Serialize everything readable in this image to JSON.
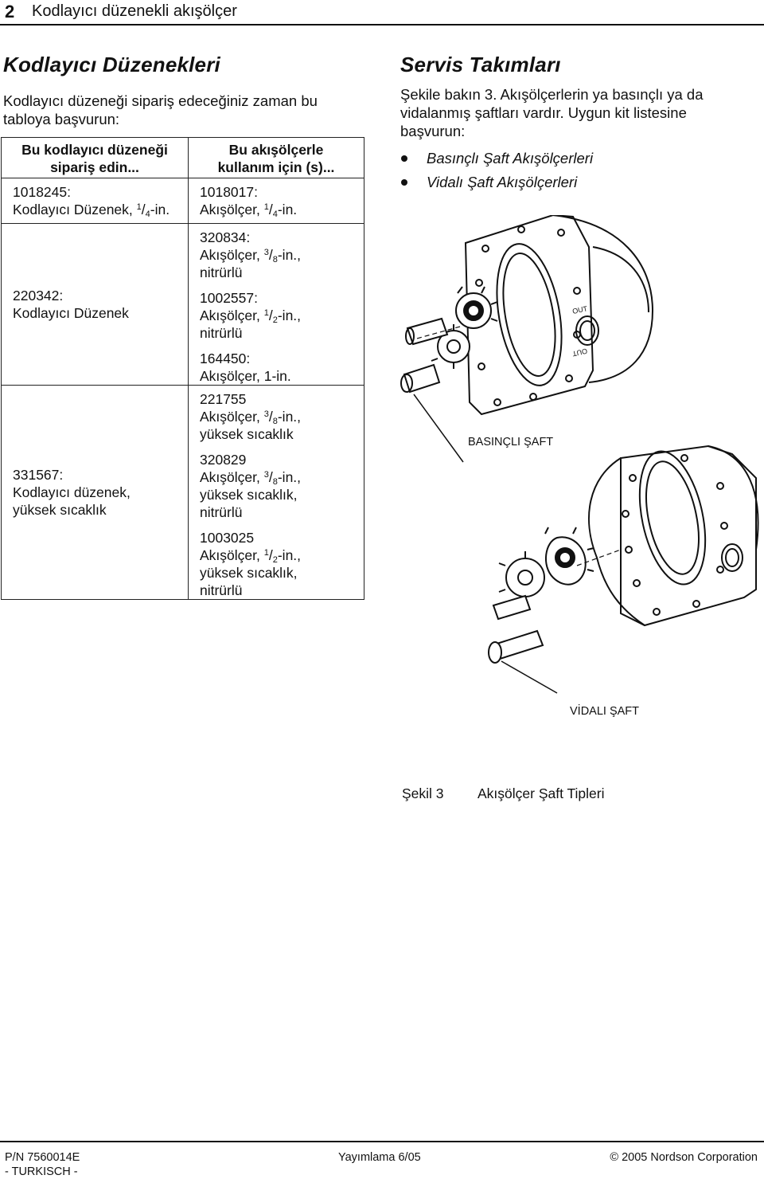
{
  "header": {
    "page_number": "2",
    "title": "Kodlayıcı düzenekli akışölçer"
  },
  "left": {
    "heading": "Kodlayıcı Düzenekleri",
    "intro": "Kodlayıcı düzeneği sipariş edeceğiniz zaman bu tabloya başvurun:",
    "table": {
      "col1_header_a": "Bu kodlayıcı düzeneği",
      "col1_header_b": "sipariş edin...",
      "col2_header_a": "Bu akışölçerle",
      "col2_header_b": "kullanım için (s)...",
      "groups": [
        {
          "assembly_code": "1018245:",
          "assembly_desc": "Kodlayıcı Düzenek, ",
          "fraction": {
            "num": "1",
            "den": "4"
          },
          "suffix": "-in."
        },
        {
          "assembly_code": "220342:",
          "assembly_desc": "Kodlayıcı Düzenek"
        },
        {
          "assembly_code": "331567:",
          "assembly_desc": "Kodlayıcı düzenek,",
          "assembly_desc2": "yüksek sıcaklık"
        }
      ],
      "meters": [
        {
          "code": "1018017:",
          "line1": "Akışölçer, ",
          "num": "1",
          "den": "4",
          "tail": "-in.",
          "line2": ""
        },
        {
          "code": "320834:",
          "line1": "Akışölçer, ",
          "num": "3",
          "den": "8",
          "tail": "-in.,",
          "line2": "nitrürlü"
        },
        {
          "code": "1002557:",
          "line1": "Akışölçer, ",
          "num": "1",
          "den": "2",
          "tail": "-in.,",
          "line2": "nitrürlü"
        },
        {
          "code": "164450:",
          "line1": "Akışölçer, 1-in.",
          "num": "",
          "den": "",
          "tail": "",
          "line2": ""
        },
        {
          "code": "221755",
          "line1": "Akışölçer, ",
          "num": "3",
          "den": "8",
          "tail": "-in.,",
          "line2": "yüksek sıcaklık"
        },
        {
          "code": "320829",
          "line1": "Akışölçer, ",
          "num": "3",
          "den": "8",
          "tail": "-in.,",
          "line2": "yüksek sıcaklık,",
          "line3": "nitrürlü"
        },
        {
          "code": "1003025",
          "line1": "Akışölçer, ",
          "num": "1",
          "den": "2",
          "tail": "-in.,",
          "line2": "yüksek sıcaklık,",
          "line3": "nitrürlü"
        }
      ]
    }
  },
  "right": {
    "heading": "Servis Takımları",
    "intro": "Şekile bakın 3. Akışölçerlerin ya basınçlı ya da vidalanmış şaftları vardır. Uygun kit listesine başvurun:",
    "bullets": [
      "Basınçlı Şaft Akışölçerleri",
      "Vidalı Şaft Akışölçerleri"
    ],
    "figure": {
      "port_label_top": "OUT",
      "port_label_bottom": "OUT",
      "label_pressed": "BASINÇLI ŞAFT",
      "label_threaded": "VİDALI ŞAFT",
      "caption_number": "Şekil 3",
      "caption_title": "Akışölçer Şaft Tipleri"
    }
  },
  "footer": {
    "part_number": "P/N 7560014E",
    "language": "- TURKISCH -",
    "issued": "Yayımlama 6/05",
    "copyright": "© 2005 Nordson Corporation"
  }
}
